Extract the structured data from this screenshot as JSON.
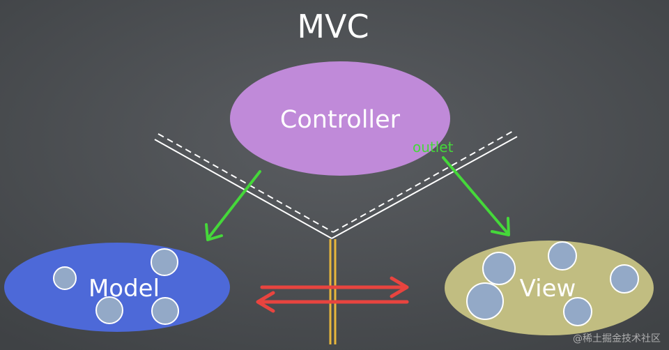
{
  "title": "MVC",
  "nodes": {
    "controller": {
      "label": "Controller",
      "color": "#c08ad9"
    },
    "model": {
      "label": "Model",
      "color": "#4d69d8"
    },
    "view": {
      "label": "View",
      "color": "#c1bd81"
    }
  },
  "edge_labels": {
    "outlet": "outlet"
  },
  "watermark": "@稀土掘金技术社区",
  "colors": {
    "background": "#4f5255",
    "text": "#ffffff",
    "arrow_green": "#45d83a",
    "arrow_red": "#e8443f",
    "divider_yellow": "#e8b73c",
    "bubble": "#93a9c7"
  }
}
